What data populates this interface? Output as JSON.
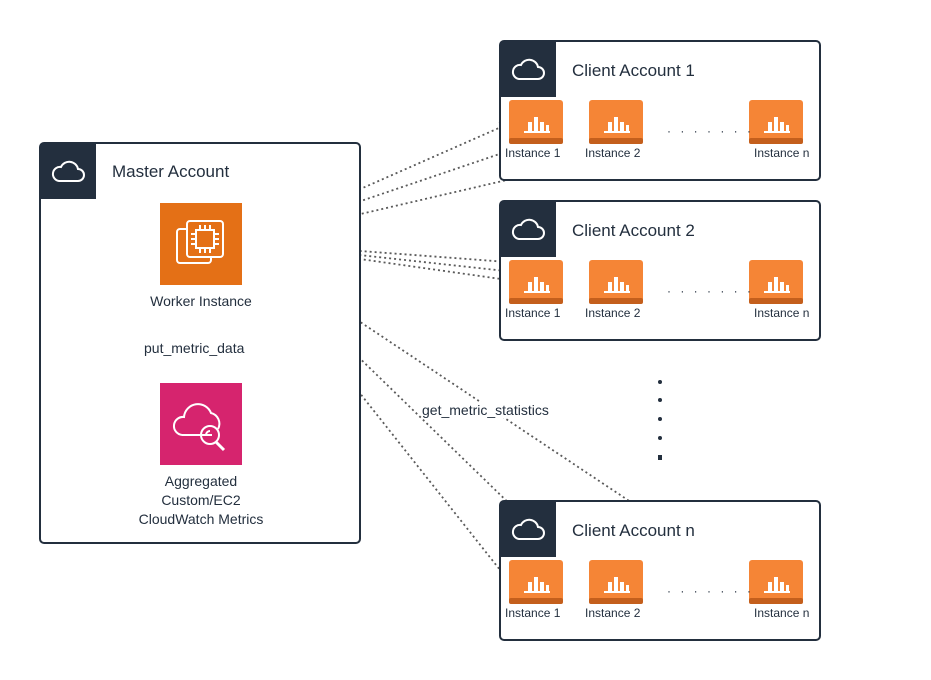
{
  "master": {
    "title": "Master Account",
    "worker_label": "Worker Instance",
    "put_label": "put_metric_data",
    "metrics_label_line1": "Aggregated",
    "metrics_label_line2": "Custom/EC2",
    "metrics_label_line3": "CloudWatch Metrics",
    "worker_icon": "ec2-chip-icon",
    "metrics_icon": "cloudwatch-icon"
  },
  "get_label": "get_metric_statistics",
  "clients": [
    {
      "title": "Client Account 1",
      "instances": [
        "Instance 1",
        "Instance 2",
        "Instance n"
      ]
    },
    {
      "title": "Client Account 2",
      "instances": [
        "Instance 1",
        "Instance 2",
        "Instance n"
      ]
    },
    {
      "title": "Client Account n",
      "instances": [
        "Instance 1",
        "Instance 2",
        "Instance n"
      ]
    }
  ],
  "colors": {
    "dark": "#232f3e",
    "ec2_orange": "#e47016",
    "instance_orange": "#f58536",
    "cloudwatch_pink": "#d6246e"
  },
  "icons": {
    "cloud": "cloud-icon",
    "instance": "instance-bars-icon"
  }
}
